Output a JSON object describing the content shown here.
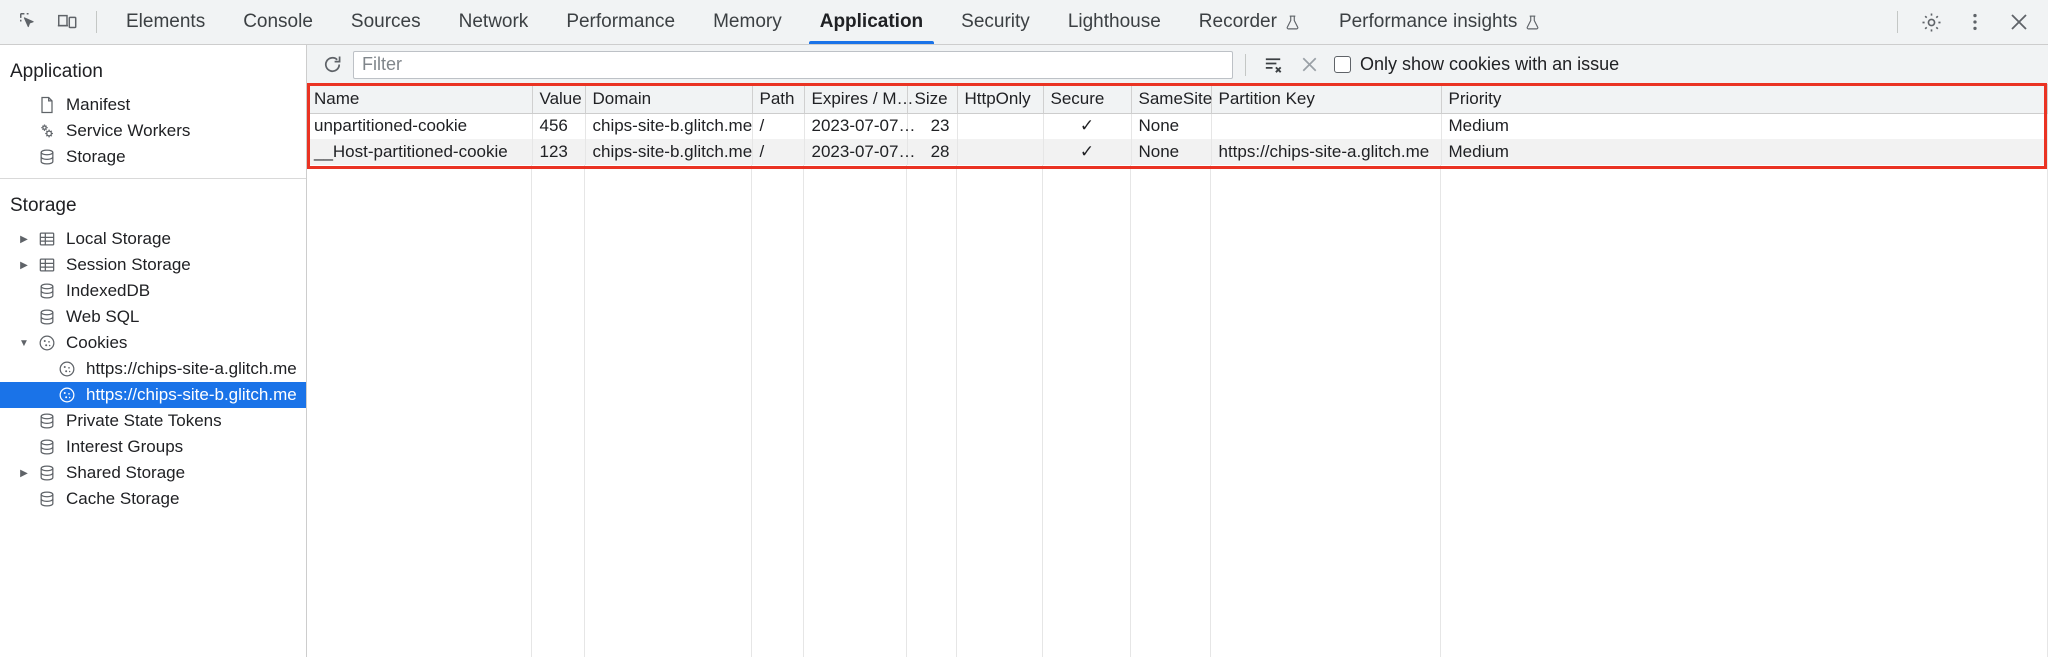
{
  "toolbar": {
    "left_icons": [
      {
        "name": "inspect-element-icon",
        "label": "Inspect element"
      },
      {
        "name": "device-toolbar-icon",
        "label": "Toggle device toolbar"
      }
    ],
    "tabs": [
      {
        "label": "Elements",
        "active": false,
        "experimental": false
      },
      {
        "label": "Console",
        "active": false,
        "experimental": false
      },
      {
        "label": "Sources",
        "active": false,
        "experimental": false
      },
      {
        "label": "Network",
        "active": false,
        "experimental": false
      },
      {
        "label": "Performance",
        "active": false,
        "experimental": false
      },
      {
        "label": "Memory",
        "active": false,
        "experimental": false
      },
      {
        "label": "Application",
        "active": true,
        "experimental": false
      },
      {
        "label": "Security",
        "active": false,
        "experimental": false
      },
      {
        "label": "Lighthouse",
        "active": false,
        "experimental": false
      },
      {
        "label": "Recorder",
        "active": false,
        "experimental": true
      },
      {
        "label": "Performance insights",
        "active": false,
        "experimental": true
      }
    ],
    "right_icons": [
      {
        "name": "settings-gear-icon",
        "label": "Settings"
      },
      {
        "name": "more-options-icon",
        "label": "Customize and control DevTools"
      },
      {
        "name": "close-devtools-icon",
        "label": "Close DevTools"
      }
    ],
    "active_tab_underline_color": "#1a73e8"
  },
  "sidebar": {
    "sections": [
      {
        "title": "Application",
        "items": [
          {
            "label": "Manifest",
            "icon": "manifest-document-icon",
            "indent": 1,
            "twisty": "none",
            "selected": false
          },
          {
            "label": "Service Workers",
            "icon": "service-workers-gears-icon",
            "indent": 1,
            "twisty": "none",
            "selected": false
          },
          {
            "label": "Storage",
            "icon": "database-icon",
            "indent": 1,
            "twisty": "none",
            "selected": false
          }
        ]
      },
      {
        "title": "Storage",
        "items": [
          {
            "label": "Local Storage",
            "icon": "table-grid-icon",
            "indent": 1,
            "twisty": "collapsed",
            "selected": false
          },
          {
            "label": "Session Storage",
            "icon": "table-grid-icon",
            "indent": 1,
            "twisty": "collapsed",
            "selected": false
          },
          {
            "label": "IndexedDB",
            "icon": "database-icon",
            "indent": 1,
            "twisty": "none",
            "selected": false
          },
          {
            "label": "Web SQL",
            "icon": "database-icon",
            "indent": 1,
            "twisty": "none",
            "selected": false
          },
          {
            "label": "Cookies",
            "icon": "cookie-icon",
            "indent": 1,
            "twisty": "expanded",
            "selected": false
          },
          {
            "label": "https://chips-site-a.glitch.me",
            "icon": "cookie-icon",
            "indent": 2,
            "twisty": "none",
            "selected": false
          },
          {
            "label": "https://chips-site-b.glitch.me",
            "icon": "cookie-icon",
            "indent": 2,
            "twisty": "none",
            "selected": true
          },
          {
            "label": "Private State Tokens",
            "icon": "database-icon",
            "indent": 1,
            "twisty": "none",
            "selected": false
          },
          {
            "label": "Interest Groups",
            "icon": "database-icon",
            "indent": 1,
            "twisty": "none",
            "selected": false
          },
          {
            "label": "Shared Storage",
            "icon": "database-icon",
            "indent": 1,
            "twisty": "collapsed",
            "selected": false
          },
          {
            "label": "Cache Storage",
            "icon": "database-icon",
            "indent": 1,
            "twisty": "none",
            "selected": false
          }
        ]
      }
    ],
    "selection_color": "#1a73e8"
  },
  "filterbar": {
    "refresh_icon": "refresh-icon",
    "filter_placeholder": "Filter",
    "filter_value": "",
    "clear_filtered_icon": "clear-filtered-cookies-icon",
    "clear_all_icon": "clear-all-cookies-icon",
    "checkbox_label": "Only show cookies with an issue",
    "checkbox_checked": false
  },
  "table": {
    "columns": [
      {
        "key": "name",
        "label": "Name",
        "align": "left"
      },
      {
        "key": "value",
        "label": "Value",
        "align": "left"
      },
      {
        "key": "domain",
        "label": "Domain",
        "align": "left"
      },
      {
        "key": "path",
        "label": "Path",
        "align": "left"
      },
      {
        "key": "expires",
        "label": "Expires / M…",
        "align": "left"
      },
      {
        "key": "size",
        "label": "Size",
        "align": "right"
      },
      {
        "key": "httponly",
        "label": "HttpOnly",
        "align": "center"
      },
      {
        "key": "secure",
        "label": "Secure",
        "align": "center"
      },
      {
        "key": "samesite",
        "label": "SameSite",
        "align": "left"
      },
      {
        "key": "partitionkey",
        "label": "Partition Key",
        "align": "left"
      },
      {
        "key": "priority",
        "label": "Priority",
        "align": "left"
      }
    ],
    "rows": [
      {
        "name": "unpartitioned-cookie",
        "value": "456",
        "domain": "chips-site-b.glitch.me",
        "path": "/",
        "expires": "2023-07-07…",
        "size": "23",
        "httponly": "",
        "secure": "✓",
        "samesite": "None",
        "partitionkey": "",
        "priority": "Medium"
      },
      {
        "name": "__Host-partitioned-cookie",
        "value": "123",
        "domain": "chips-site-b.glitch.me",
        "path": "/",
        "expires": "2023-07-07…",
        "size": "28",
        "httponly": "",
        "secure": "✓",
        "samesite": "None",
        "partitionkey": "https://chips-site-a.glitch.me",
        "priority": "Medium"
      }
    ]
  },
  "annotation": {
    "highlight_color": "#ea3323",
    "shape": "rectangle-outline",
    "target": "cookies-table"
  }
}
